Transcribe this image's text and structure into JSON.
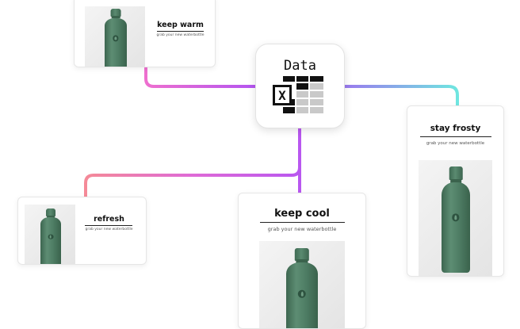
{
  "data_node": {
    "title": "Data",
    "icon": "spreadsheet-icon",
    "icon_letter": "X"
  },
  "cards": {
    "keep_warm": {
      "title": "keep warm",
      "subtitle": "grab your new waterbottle"
    },
    "refresh": {
      "title": "refresh",
      "subtitle": "grab your new waterbottle"
    },
    "keep_cool": {
      "title": "keep cool",
      "subtitle": "grab your new waterbottle"
    },
    "stay_frosty": {
      "title": "stay frosty",
      "subtitle": "grab your new waterbottle"
    }
  },
  "colors": {
    "bottle_green": "#4f7e65",
    "connector_pink": "#f37f9a",
    "connector_purple": "#b957f0",
    "connector_cyan": "#6fe6e0"
  }
}
